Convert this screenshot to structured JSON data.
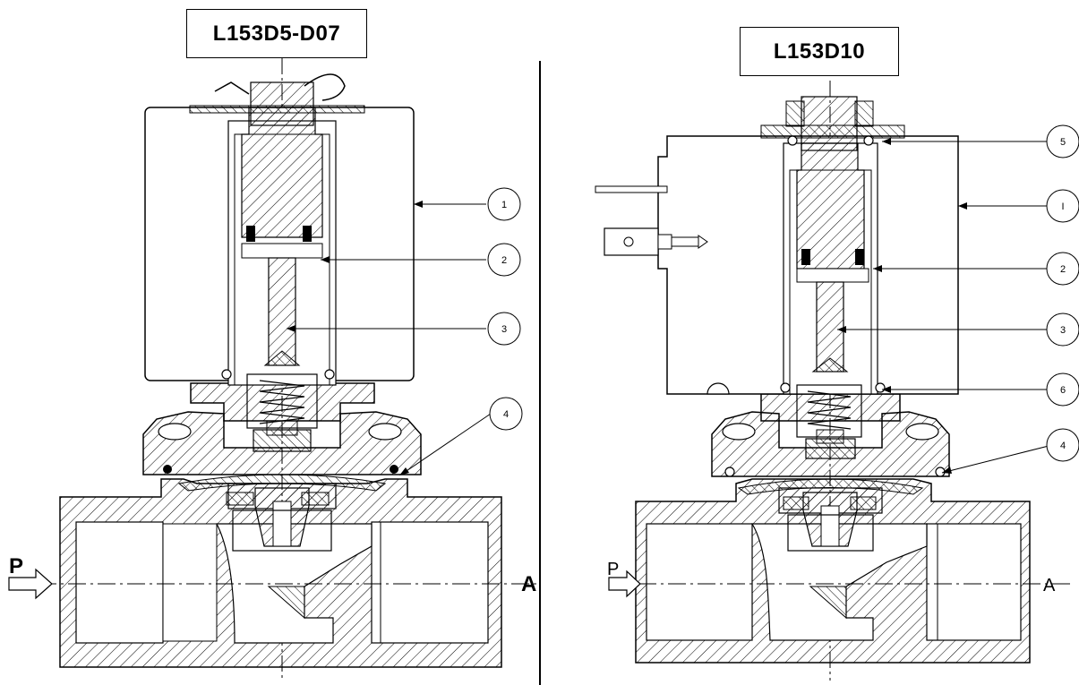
{
  "titles": {
    "left": "L153D5-D07",
    "right": "L153D10"
  },
  "callouts": {
    "left": [
      "1",
      "2",
      "3",
      "4"
    ],
    "right": [
      "5",
      "I",
      "2",
      "3",
      "6",
      "4"
    ]
  },
  "ports": {
    "left_in": "P",
    "left_out": "A",
    "right_in": "P",
    "right_out": "A"
  },
  "icons": {
    "inlet_arrow": "hollow-arrow-right-icon",
    "connector": "spade-terminal-icon"
  }
}
